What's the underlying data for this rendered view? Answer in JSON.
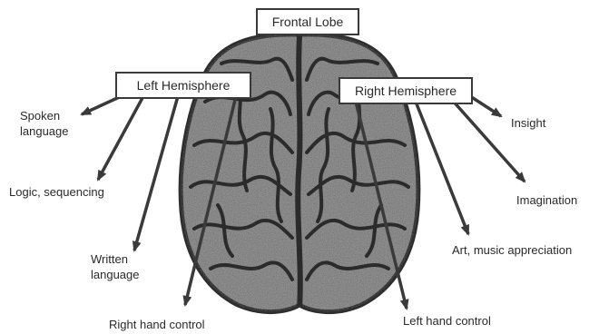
{
  "diagram": {
    "top_label": "Frontal Lobe",
    "left_box_label": "Left Hemisphere",
    "right_box_label": "Right Hemisphere",
    "left_functions": {
      "spoken_line1": "Spoken",
      "spoken_line2": "language",
      "logic": "Logic, sequencing",
      "written_line1": "Written",
      "written_line2": "language",
      "hand": "Right hand control"
    },
    "right_functions": {
      "insight": "Insight",
      "imagination": "Imagination",
      "art": "Art, music appreciation",
      "hand": "Left hand control"
    },
    "icons": {
      "brain": "brain-top-view-icon",
      "arrow": "arrow-head-icon"
    },
    "colors": {
      "line": "#3a3a3a",
      "brain_fill": "#8f8f8f",
      "brain_outline": "#2e2e2e",
      "text": "#2a2a2a"
    }
  }
}
